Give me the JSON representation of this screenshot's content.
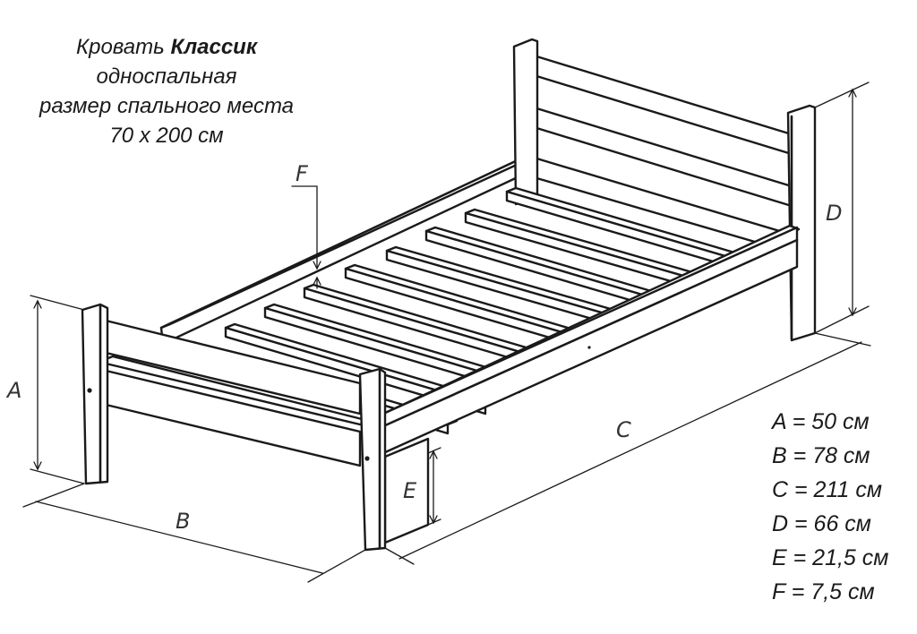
{
  "title": {
    "line1_prefix": "Кровать",
    "line1_name": "Классик",
    "line2": "односпальная",
    "line3": "размер спального места",
    "line4": "70 x 200 см"
  },
  "dimension_labels": [
    "A",
    "B",
    "C",
    "D",
    "E",
    "F"
  ],
  "legend": [
    "A = 50 см",
    "B = 78 см",
    "C = 211 см",
    "D = 66 см",
    "E = 21,5 см",
    "F = 7,5 см"
  ],
  "colors": {
    "line": "#1a1a1a",
    "background": "#ffffff"
  }
}
